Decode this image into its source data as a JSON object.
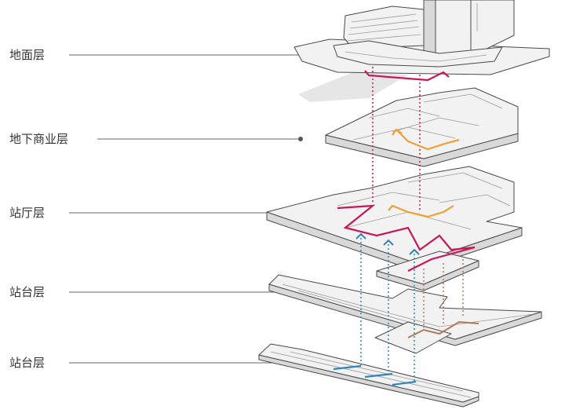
{
  "layers": [
    {
      "label": "地面层"
    },
    {
      "label": "地下商业层"
    },
    {
      "label": "站厅层"
    },
    {
      "label": "站台层"
    },
    {
      "label": "站台层"
    }
  ],
  "colors": {
    "route_magenta": "#c8165a",
    "route_orange": "#f0a030",
    "route_blue": "#2e86b8",
    "route_brown": "#b07a5a",
    "linework": "#4a4a4a",
    "slab_fill": "#f2f2f2"
  }
}
